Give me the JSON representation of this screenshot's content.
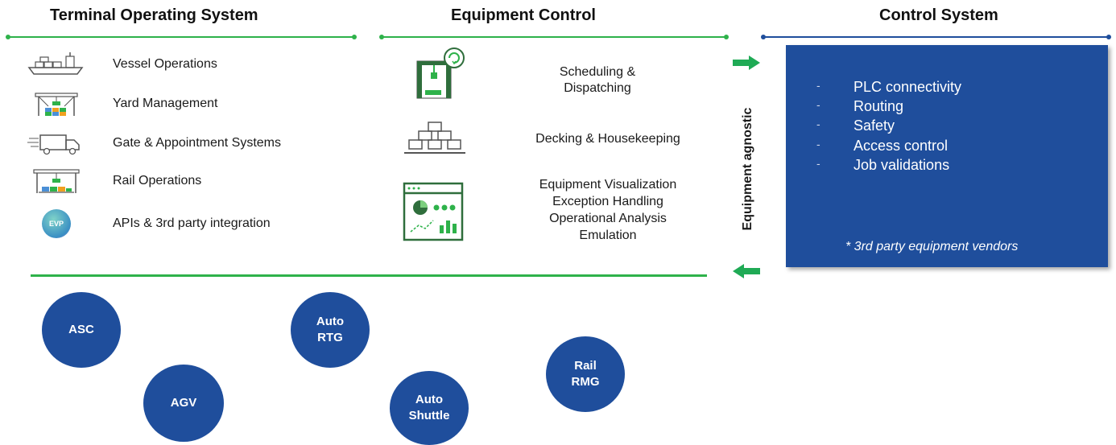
{
  "sections": {
    "tos_title": "Terminal Operating System",
    "ec_title": "Equipment Control",
    "cs_title": "Control System"
  },
  "tos_items": [
    {
      "label": "Vessel Operations",
      "icon": "vessel-icon"
    },
    {
      "label": "Yard Management",
      "icon": "yard-crane-icon"
    },
    {
      "label": "Gate & Appointment Systems",
      "icon": "truck-icon"
    },
    {
      "label": "Rail Operations",
      "icon": "rail-crane-icon"
    },
    {
      "label": "APIs & 3rd party integration",
      "icon": "evp-badge-icon",
      "badge_text": "EVP"
    }
  ],
  "ec_items": [
    {
      "line1": "Scheduling &",
      "line2": "Dispatching",
      "icon": "dispatch-crane-icon"
    },
    {
      "line1": "Decking & Housekeeping",
      "icon": "stacked-containers-icon"
    },
    {
      "lines": [
        "Equipment Visualization",
        "Exception Handling",
        "Operational Analysis",
        "Emulation"
      ],
      "icon": "dashboard-icon"
    }
  ],
  "control_system": {
    "dash": "-",
    "items": [
      "PLC connectivity",
      "Routing",
      "Safety",
      "Access control",
      "Job validations"
    ],
    "footnote": "* 3rd party equipment vendors"
  },
  "agnostic_label": "Equipment agnostic",
  "equipment": [
    {
      "line1": "ASC",
      "line2": ""
    },
    {
      "line1": "Auto",
      "line2": "RTG"
    },
    {
      "line1": "AGV",
      "line2": ""
    },
    {
      "line1": "Auto",
      "line2": "Shuttle"
    },
    {
      "line1": "Rail",
      "line2": "RMG"
    }
  ],
  "colors": {
    "green": "#2eb24a",
    "blue": "#1f4e9c",
    "arrow_green": "#1faa55"
  }
}
